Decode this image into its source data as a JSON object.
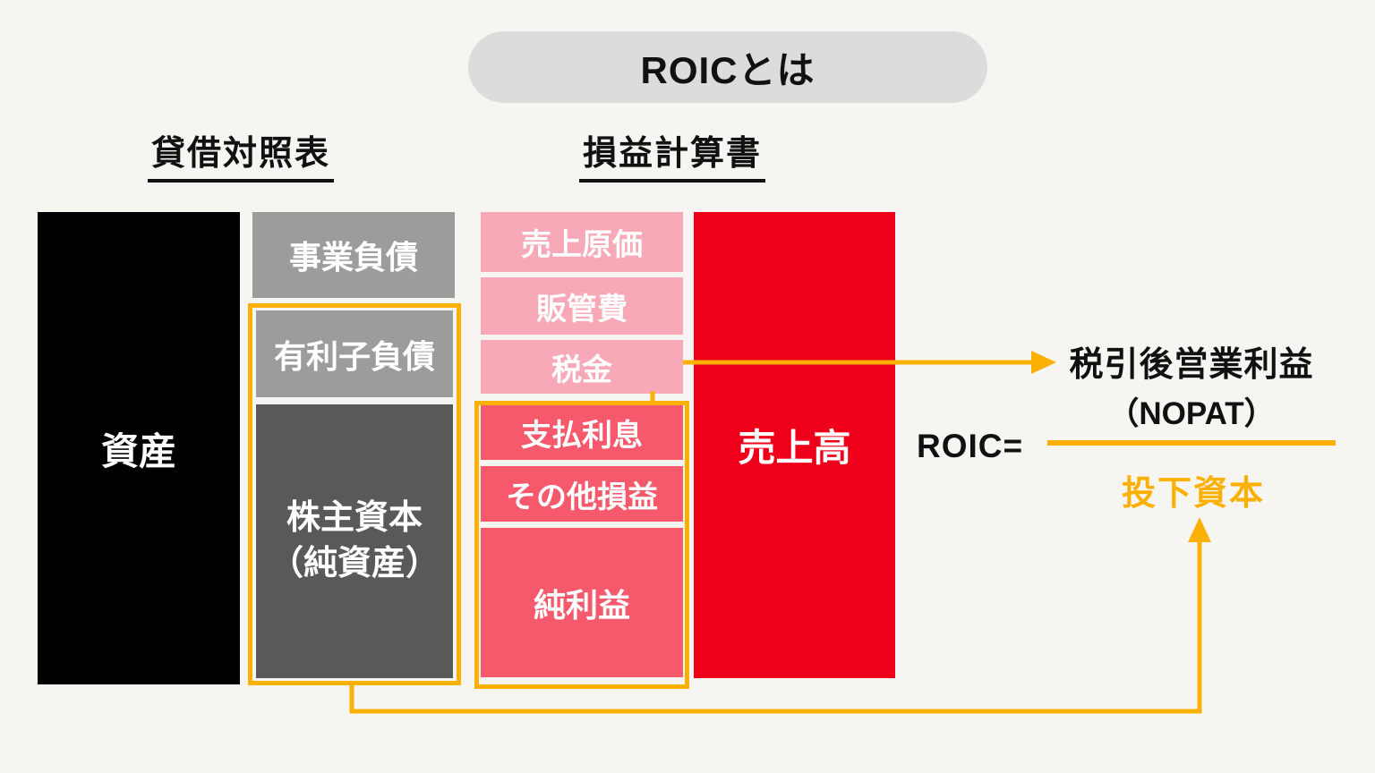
{
  "title": {
    "text": "ROICとは"
  },
  "balance_sheet": {
    "header": "貸借対照表",
    "assets": "資産",
    "business_liabilities": "事業負債",
    "interest_bearing_debt": "有利子負債",
    "shareholders_equity_line1": "株主資本",
    "shareholders_equity_line2": "（純資産）"
  },
  "income_statement": {
    "header": "損益計算書",
    "cost_of_sales": "売上原価",
    "sga_expenses": "販管費",
    "taxes": "税金",
    "interest_expense": "支払利息",
    "other_gains_losses": "その他損益",
    "net_income": "純利益",
    "sales_revenue": "売上高"
  },
  "formula": {
    "lhs": "ROIC=",
    "numerator_line1": "税引後営業利益",
    "numerator_line2": "（NOPAT）",
    "denominator": "投下資本"
  },
  "colors": {
    "accent_gold": "#fbb104",
    "red": "#ee001b",
    "coral": "#f5596b",
    "pink": "#f8a9b7",
    "gray_mid": "#9c9c9c",
    "gray_dark": "#595959",
    "pill_gray": "#dcdcdc",
    "background": "#f7f5f2",
    "text_black": "#111111",
    "white": "#ffffff"
  }
}
